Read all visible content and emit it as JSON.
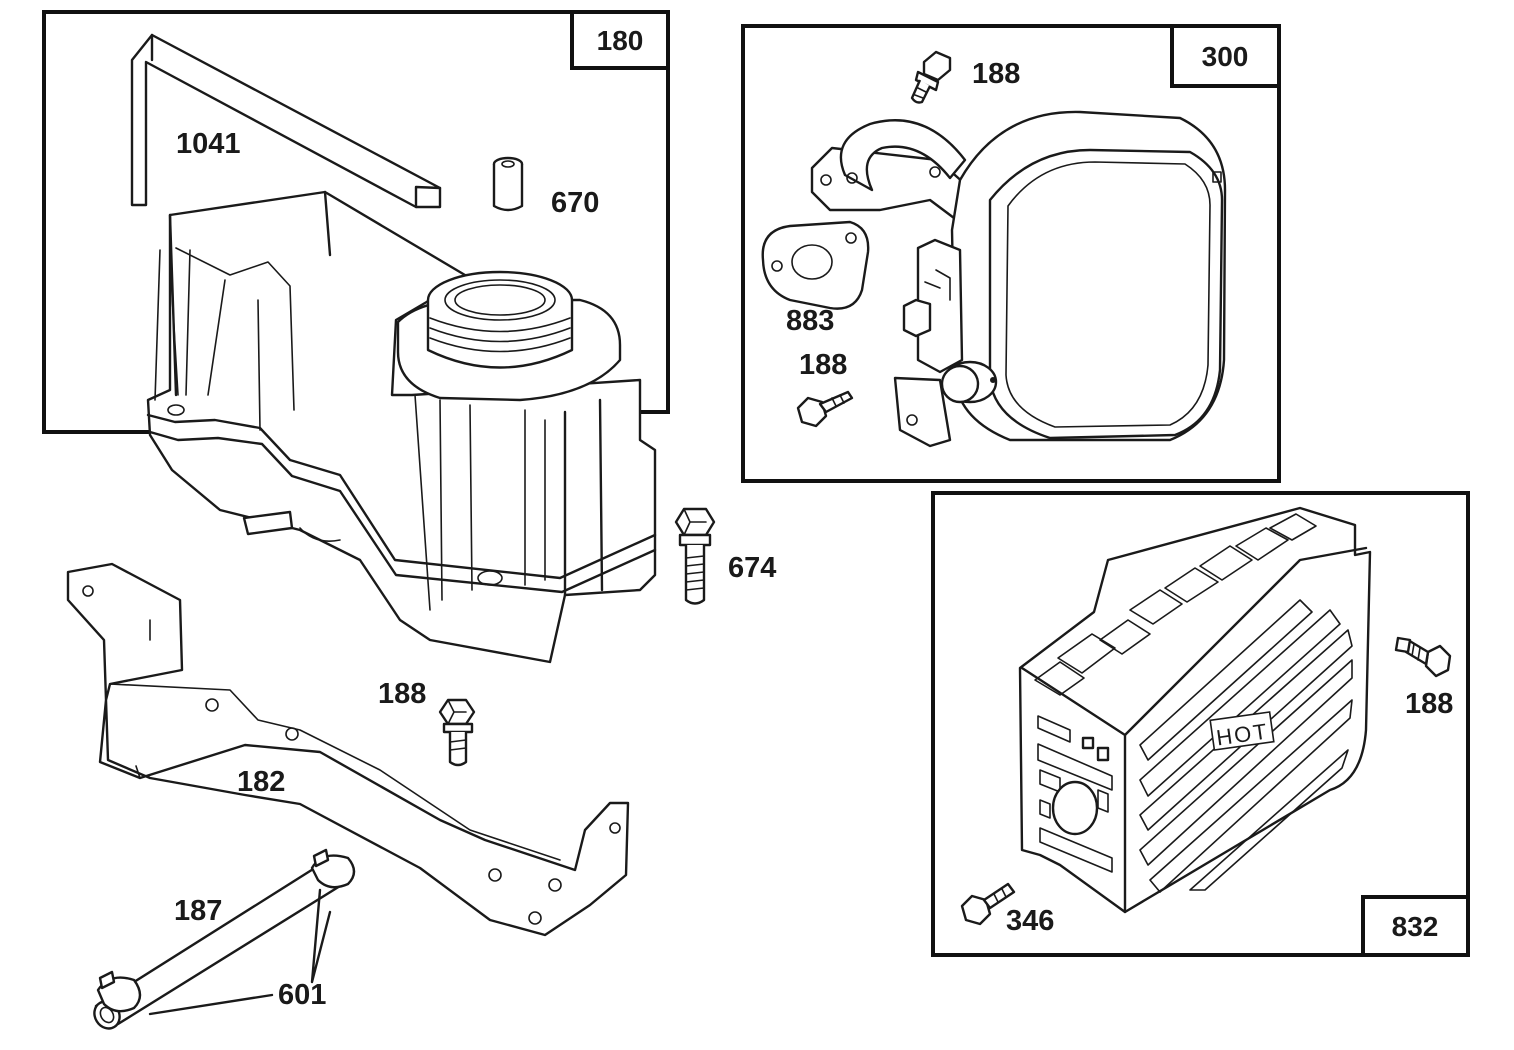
{
  "groups": {
    "g180": "180",
    "g300": "300",
    "g832": "832"
  },
  "labels": {
    "p1041": "1041",
    "p670": "670",
    "p674": "674",
    "p188_bracket": "188",
    "p182": "182",
    "p187": "187",
    "p601": "601",
    "p188_muffler_top": "188",
    "p883": "883",
    "p188_muffler_left": "188",
    "p188_guard": "188",
    "p346": "346"
  },
  "guard_text": "HOT"
}
